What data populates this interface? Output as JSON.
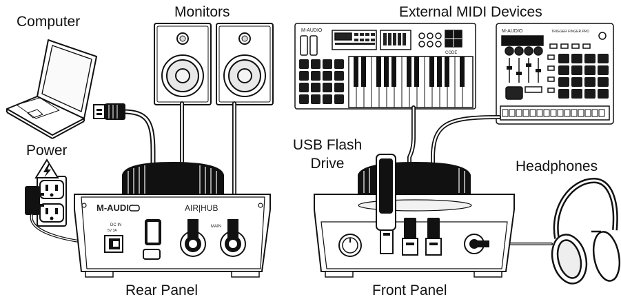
{
  "labels": {
    "computer": "Computer",
    "monitors": "Monitors",
    "external_midi": "External MIDI Devices",
    "power": "Power",
    "usb_flash_line1": "USB Flash",
    "usb_flash_line2": "Drive",
    "headphones": "Headphones",
    "rear_panel": "Rear Panel",
    "front_panel": "Front Panel"
  },
  "device_text": {
    "brand_rear": "M-AUDIO",
    "model_rear": "AIR|HUB",
    "dc_in": "DC IN",
    "dc_rating": "5V 3A",
    "main": "MAIN",
    "brand_keyboard": "M-AUDIO",
    "code_label": "CODE",
    "brand_pad": "M-AUDIO",
    "pad_model": "TRIGGER FINGER PRO"
  },
  "colors": {
    "line": "#111111",
    "panel_fill": "#ffffff",
    "speaker_cone": "#e6e6e6",
    "pad_dark": "#1a1a1a"
  }
}
